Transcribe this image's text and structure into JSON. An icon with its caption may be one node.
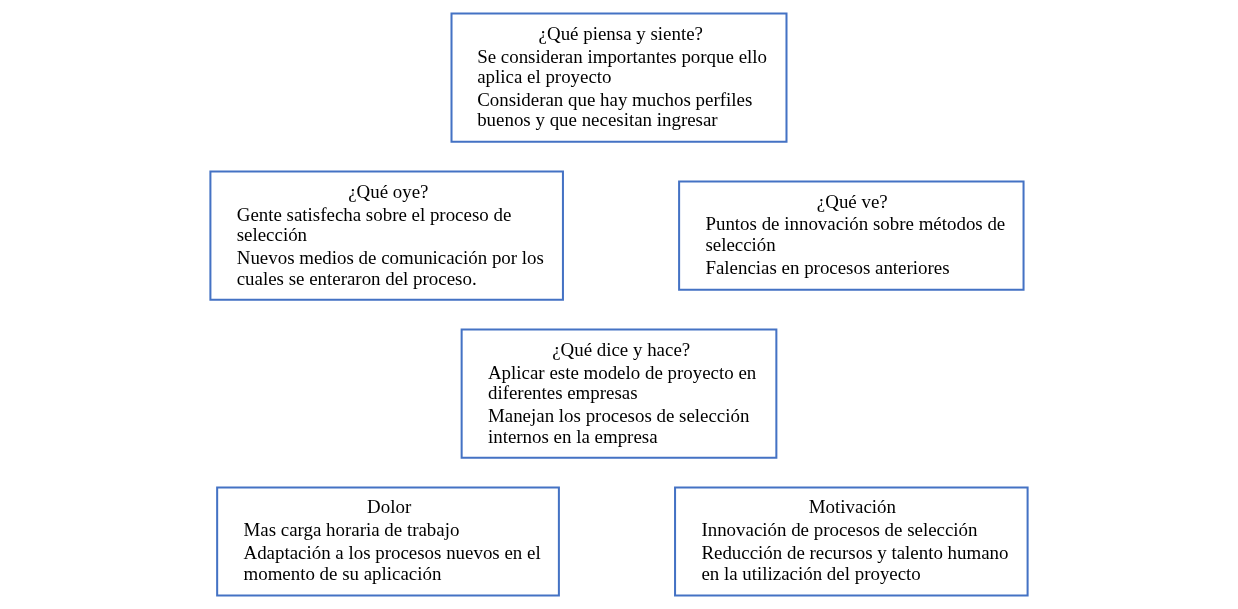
{
  "diagram": {
    "nodes": [
      {
        "text": [
          "¿Qué piensa y siente?",
          "Se consideran importantes porque ello aplica el proyecto",
          "Consideran que hay muchos perfiles buenos y que necesitan ingresar"
        ]
      },
      {
        "text": [
          "¿Qué oye?",
          "Gente satisfecha sobre el proceso de selección",
          "Nuevos medios de comunicación por los cuales se enteraron del proceso."
        ]
      },
      {
        "text": [
          "¿Qué ve?",
          "Puntos de innovación sobre métodos de selección",
          "Falencias en procesos anteriores"
        ]
      },
      {
        "text": [
          "¿Qué dice y hace?",
          "Aplicar este modelo de proyecto en diferentes empresas",
          "Manejan los procesos de selección internos en la empresa"
        ]
      },
      {
        "text": [
          "Dolor",
          "Mas carga horaria de trabajo",
          "Adaptación a los procesos nuevos en el momento de su aplicación"
        ]
      },
      {
        "text": [
          "Motivación",
          "Innovación de procesos de selección",
          "Reducción de recursos y talento humano en la utilización del proyecto"
        ]
      }
    ]
  }
}
